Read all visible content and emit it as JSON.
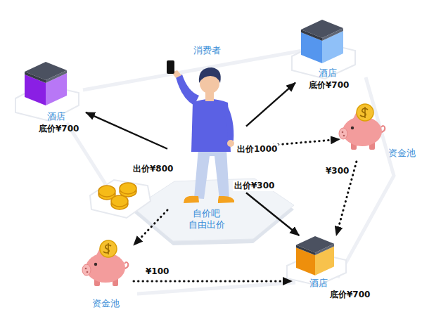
{
  "diagram": {
    "nodes": [
      {
        "text": [
          "消费者",
          "自价吧 自由出价"
        ]
      },
      {
        "text": [
          "酒店",
          "底价¥700"
        ]
      },
      {
        "text": [
          "酒店",
          "底价¥700"
        ]
      },
      {
        "text": [
          "资金池"
        ]
      },
      {
        "text": [
          "资金池"
        ]
      },
      {
        "text": [
          "酒店",
          "底价¥700"
        ]
      }
    ],
    "edges": [
      {
        "from": 0,
        "to": 1,
        "arrow": "to",
        "label": "出价¥800"
      },
      {
        "from": 0,
        "to": 2,
        "arrow": "to",
        "label": "出价1000"
      },
      {
        "from": 0,
        "to": 3,
        "arrow": "to"
      },
      {
        "from": 3,
        "to": 5,
        "arrow": "to",
        "label": "¥300"
      },
      {
        "from": 0,
        "to": 5,
        "arrow": "to",
        "label": "出价¥300"
      },
      {
        "from": 0,
        "to": 4,
        "arrow": "to"
      },
      {
        "from": 4,
        "to": 5,
        "arrow": "to",
        "label": "¥100"
      }
    ]
  }
}
